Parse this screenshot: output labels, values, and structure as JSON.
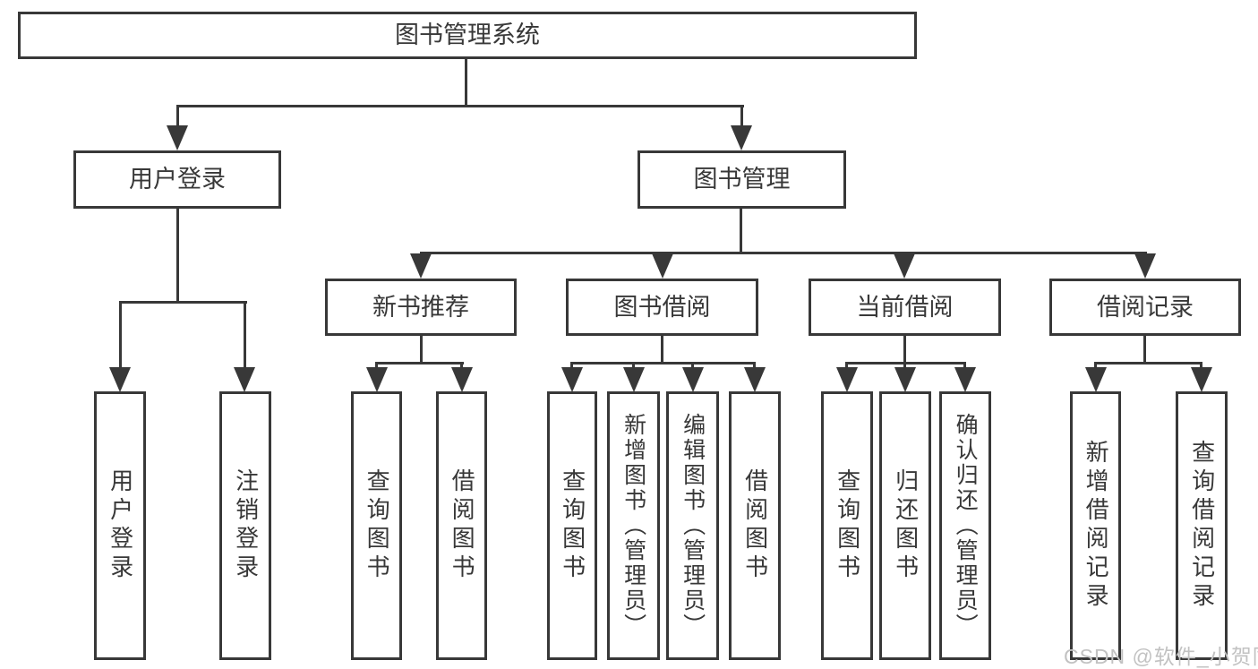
{
  "diagram": {
    "type": "hierarchy-diagram",
    "watermark": "CSDN @软件_小贺同学",
    "colors": {
      "line": "#383838",
      "text": "#383838",
      "box_background": "#ffffff",
      "page_background": "#ffffff",
      "watermark": "#c2c2c2"
    },
    "nodes": {
      "root": {
        "label": "图书管理系统"
      },
      "branches": [
        {
          "label": "用户登录",
          "children": [
            {
              "label": "用户登录"
            },
            {
              "label": "注销登录"
            }
          ]
        },
        {
          "label": "图书管理",
          "children": [
            {
              "label": "新书推荐",
              "children": [
                {
                  "label": "查询图书"
                },
                {
                  "label": "借阅图书"
                }
              ]
            },
            {
              "label": "图书借阅",
              "children": [
                {
                  "label": "查询图书"
                },
                {
                  "label": "新增图书（管理员）"
                },
                {
                  "label": "编辑图书（管理员）"
                },
                {
                  "label": "借阅图书"
                }
              ]
            },
            {
              "label": "当前借阅",
              "children": [
                {
                  "label": "查询图书"
                },
                {
                  "label": "归还图书"
                },
                {
                  "label": "确认归还（管理员）"
                }
              ]
            },
            {
              "label": "借阅记录",
              "children": [
                {
                  "label": "新增借阅记录"
                },
                {
                  "label": "查询借阅记录"
                }
              ]
            }
          ]
        }
      ]
    }
  }
}
